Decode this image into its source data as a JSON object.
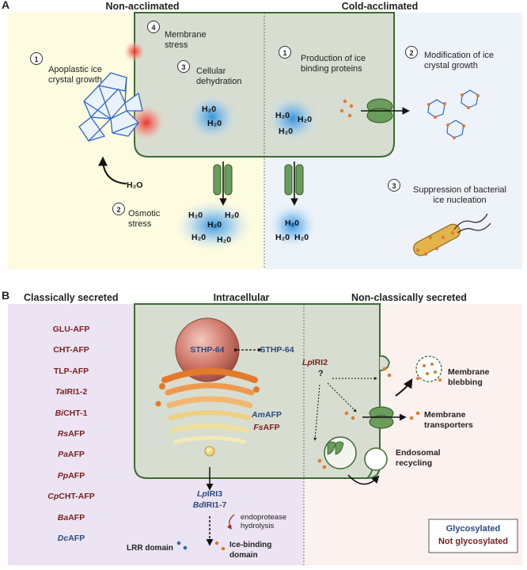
{
  "panel_a": {
    "letter": "A",
    "left_title": "Non-acclimated",
    "right_title": "Cold-acclimated",
    "na_items": [
      {
        "num": "1",
        "label": "Apoplastic ice crystal growth"
      },
      {
        "num": "2",
        "label": "Osmotic stress"
      },
      {
        "num": "3",
        "label": "Cellular dehydration"
      },
      {
        "num": "4",
        "label": "Membrane stress"
      }
    ],
    "ca_items": [
      {
        "num": "1",
        "label": "Production of ice binding proteins"
      },
      {
        "num": "2",
        "label": "Modification of ice crystal growth"
      },
      {
        "num": "3",
        "label": "Suppression of bacterial ice nucleation"
      }
    ],
    "water": "H₂O",
    "water_alt": "H₂0"
  },
  "panel_b": {
    "letter": "B",
    "col1_title": "Classically secreted",
    "col2_title": "Intracellular",
    "col3_title": "Non-classically secreted",
    "classical_list": [
      {
        "prefix": "",
        "suffix": "GLU-AFP",
        "glyco": false
      },
      {
        "prefix": "",
        "suffix": "CHT-AFP",
        "glyco": false
      },
      {
        "prefix": "",
        "suffix": "TLP-AFP",
        "glyco": false
      },
      {
        "prefix": "Ta",
        "suffix": "IRI1-2",
        "glyco": false
      },
      {
        "prefix": "Bi",
        "suffix": "CHT-1",
        "glyco": false
      },
      {
        "prefix": "Rs",
        "suffix": "AFP",
        "glyco": false
      },
      {
        "prefix": "Pa",
        "suffix": "AFP",
        "glyco": false
      },
      {
        "prefix": "Pp",
        "suffix": "AFP",
        "glyco": false
      },
      {
        "prefix": "Cp",
        "suffix": "CHT-AFP",
        "glyco": false
      },
      {
        "prefix": "Ba",
        "suffix": "AFP",
        "glyco": false
      },
      {
        "prefix": "Dc",
        "suffix": "AFP",
        "glyco": true
      }
    ],
    "sthp_in": "STHP-64",
    "sthp_out": "STHP-64",
    "am_prefix": "Am",
    "am_suffix": "AFP",
    "fs_prefix": "Fs",
    "fs_suffix": "AFP",
    "lp3_prefix": "Lp",
    "lp3_suffix": "IRI3",
    "bd_prefix": "Bd",
    "bd_suffix": "IRI1-7",
    "endoprotease": "endoprotease hydrolysis",
    "lrr": "LRR domain",
    "ice_binding": "Ice-binding domain",
    "lp2_prefix": "Lp",
    "lp2_suffix": "IRI2",
    "question": "?",
    "blebbing": "Membrane blebbing",
    "transporters": "Membrane transporters",
    "endosomal": "Endosomal recycling",
    "legend_glyco": "Glycosylated",
    "legend_not": "Not glycosylated"
  },
  "colors": {
    "glycosylated": "#2b4a82",
    "not_glycosylated": "#7a1f1f"
  }
}
